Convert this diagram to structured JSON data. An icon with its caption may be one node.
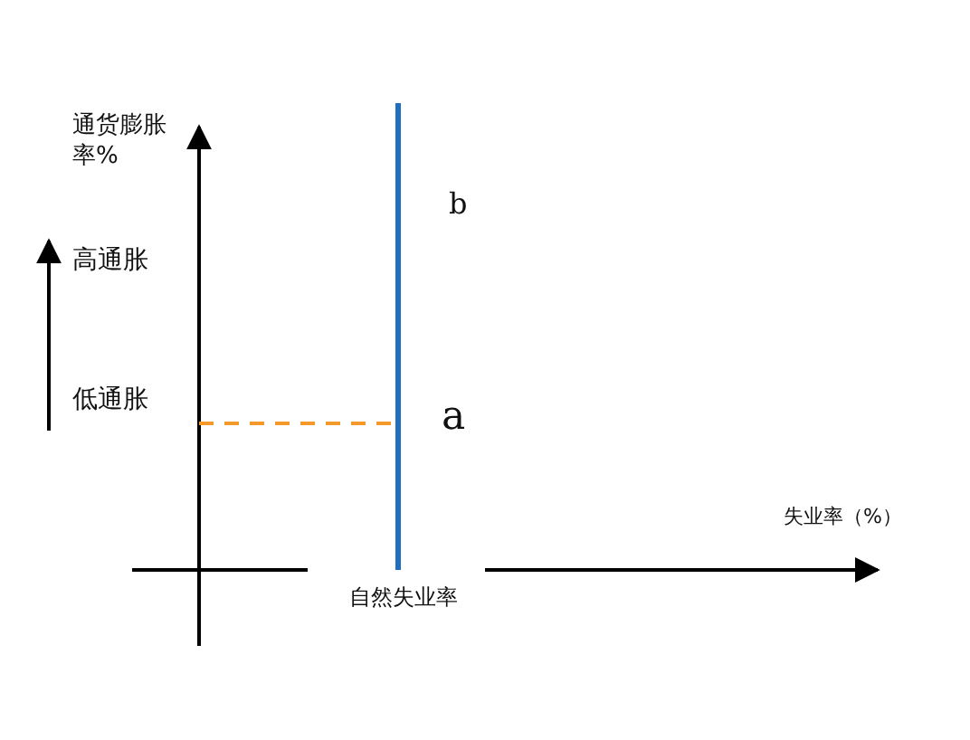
{
  "diagram": {
    "labels": [
      "通货膨胀率%",
      "b",
      "高通胀",
      "低通胀",
      "a",
      "失业率（%）",
      "自然失业率"
    ]
  }
}
